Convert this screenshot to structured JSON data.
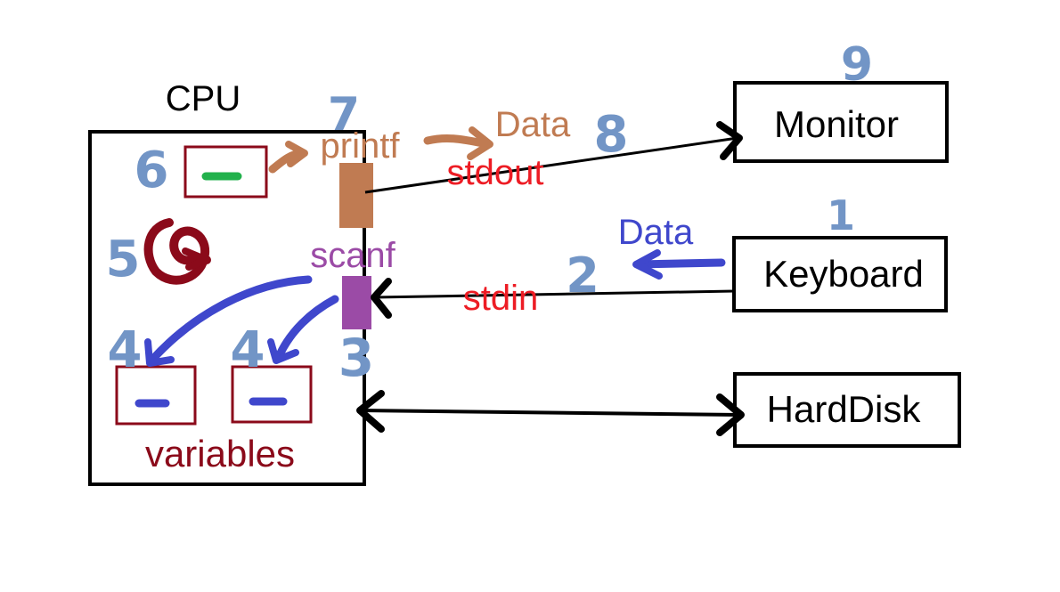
{
  "cpu": {
    "title": "CPU",
    "variables_label": "variables"
  },
  "functions": {
    "printf": "printf",
    "scanf": "scanf"
  },
  "streams": {
    "stdout": "stdout",
    "stdin": "stdin"
  },
  "data_labels": {
    "output": "Data",
    "input": "Data"
  },
  "devices": {
    "monitor": "Monitor",
    "keyboard": "Keyboard",
    "harddisk": "HardDisk"
  },
  "steps": {
    "s1": "1",
    "s2": "2",
    "s3": "3",
    "s4a": "4",
    "s4b": "4",
    "s5": "5",
    "s6": "6",
    "s7": "7",
    "s8": "8",
    "s9": "9"
  },
  "colors": {
    "black": "#000000",
    "dark_red": "#8b0a1a",
    "brown": "#c07b52",
    "purple": "#9b4ba6",
    "blue": "#3f47cc",
    "red": "#ed1c24",
    "steel_blue": "#7295c6",
    "green": "#22b14c"
  }
}
